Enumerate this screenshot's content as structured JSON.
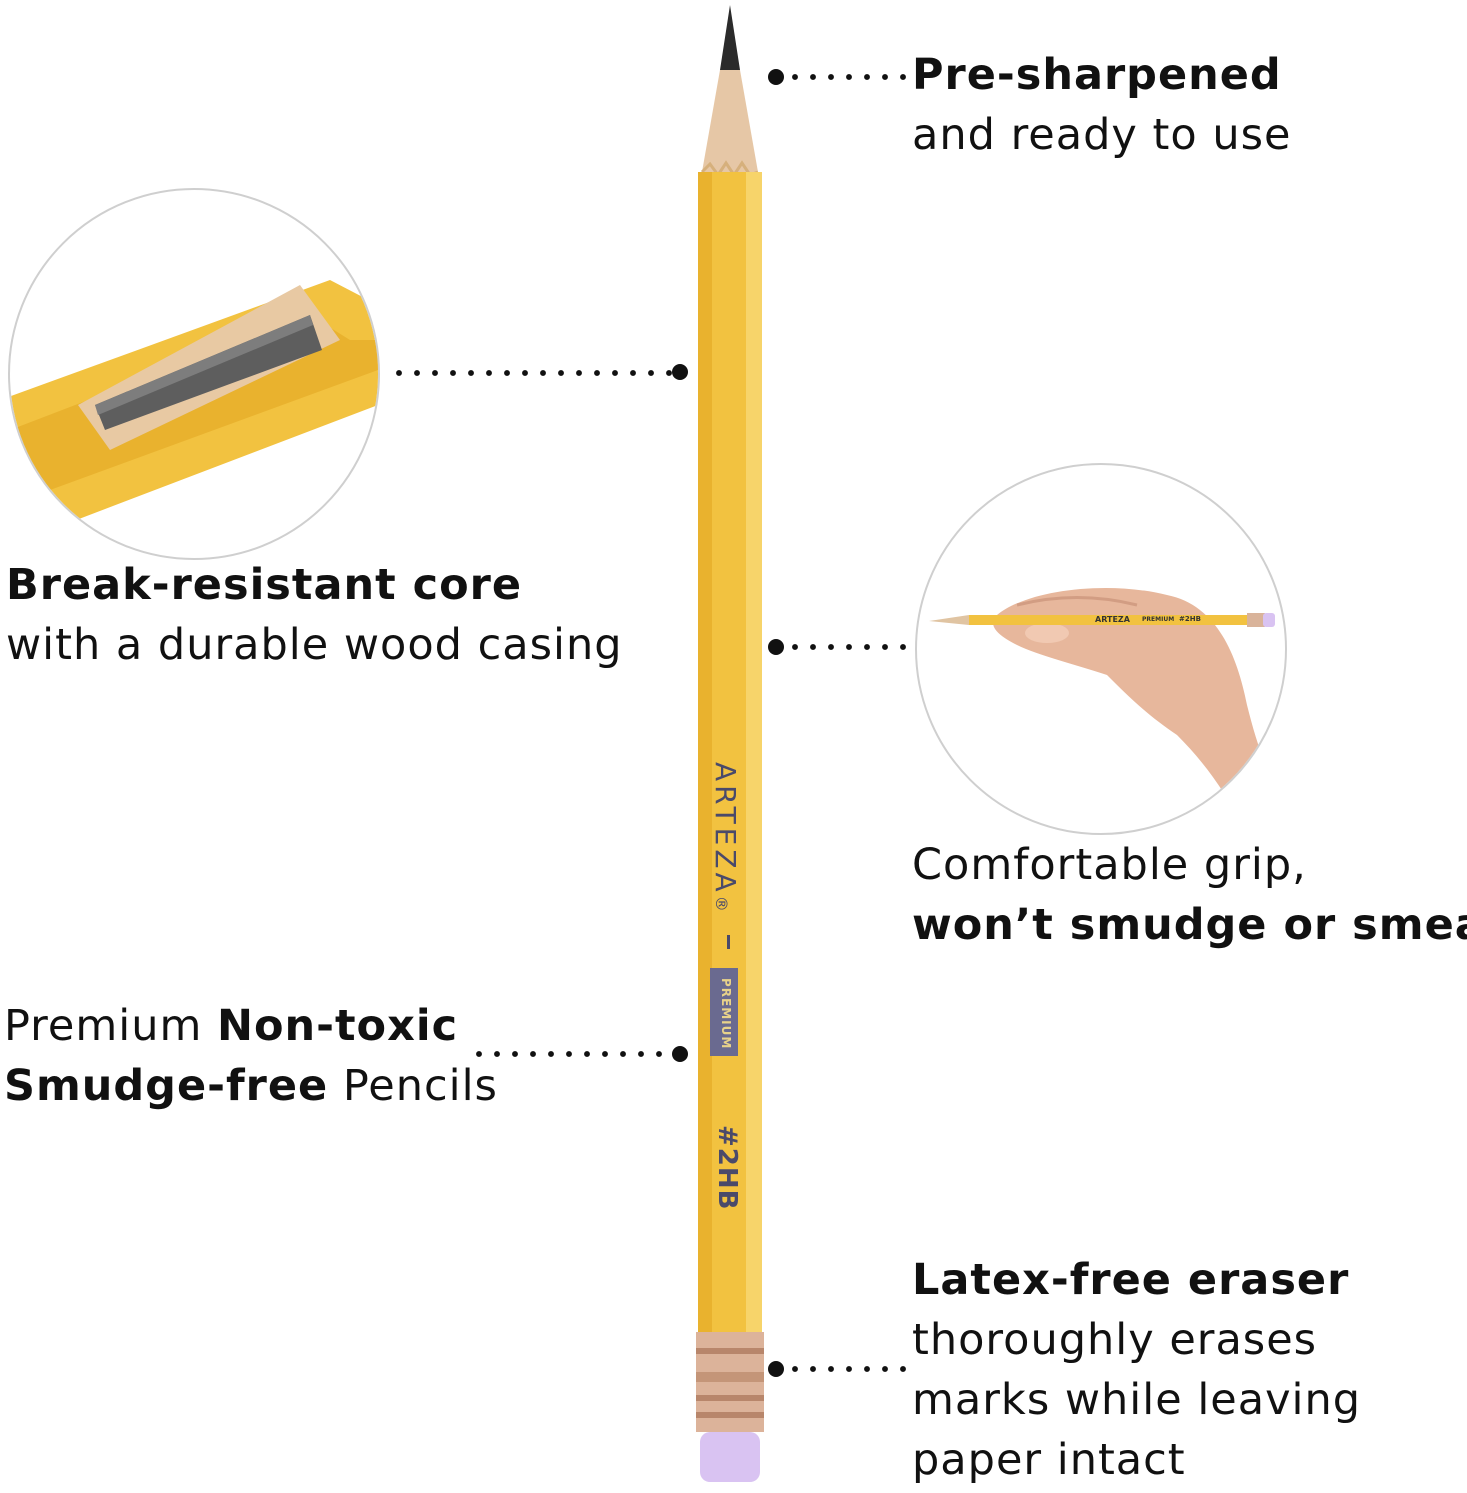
{
  "features": {
    "pre_sharpened": {
      "bold": "Pre-sharpened",
      "regular": "and ready to use"
    },
    "core": {
      "bold": "Break-resistant core",
      "regular": "with a durable wood casing"
    },
    "grip": {
      "regular": "Comfortable grip,",
      "bold": "won’t smudge or smear"
    },
    "non_toxic": {
      "line1_regular": "Premium ",
      "line1_bold": "Non-toxic",
      "line2_bold": "Smudge-free",
      "line2_regular": " Pencils"
    },
    "eraser": {
      "bold": "Latex-free eraser",
      "line2": "thoroughly erases",
      "line3": "marks while leaving",
      "line4": "paper intact"
    }
  },
  "pencil": {
    "brand": "ARTEZA",
    "registered": "®",
    "grade_badge": "PREMIUM",
    "grade": "#2HB",
    "color": "#F2C240",
    "eraser_color": "#D9C3F2"
  },
  "grip_pencil": {
    "brand": "ARTEZA",
    "badge": "PREMIUM",
    "grade": "#2HB"
  }
}
